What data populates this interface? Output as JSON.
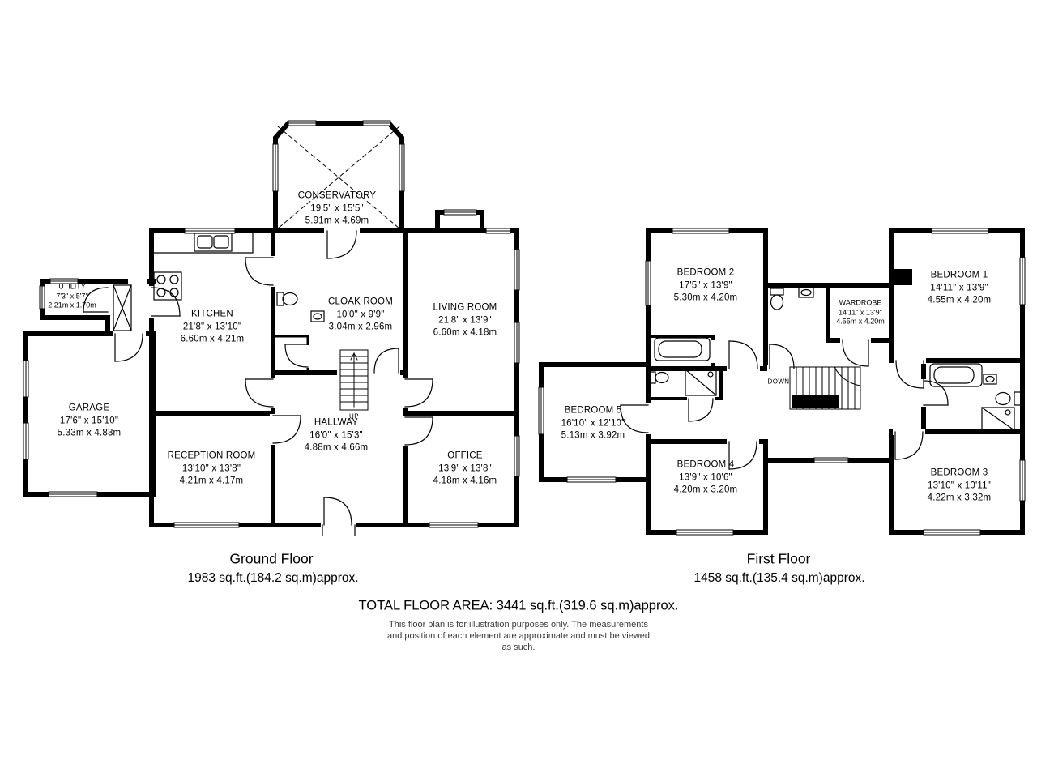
{
  "colors": {
    "wall": "#000000",
    "background": "#ffffff",
    "text": "#000000",
    "disclaimer_text": "#3a3a3a"
  },
  "ground_floor": {
    "title": "Ground Floor",
    "area": "1983 sq.ft.(184.2 sq.m)approx.",
    "rooms": {
      "conservatory": {
        "name": "CONSERVATORY",
        "imperial": "19'5\" x 15'5\"",
        "metric": "5.91m x 4.69m"
      },
      "utility": {
        "name": "UTILITY",
        "imperial": "7'3\" x 5'7\"",
        "metric": "2.21m x 1.70m"
      },
      "kitchen": {
        "name": "KITCHEN",
        "imperial": "21'8\" x 13'10\"",
        "metric": "6.60m x 4.21m"
      },
      "cloak_room": {
        "name": "CLOAK ROOM",
        "imperial": "10'0\" x 9'9\"",
        "metric": "3.04m x 2.96m"
      },
      "living_room": {
        "name": "LIVING ROOM",
        "imperial": "21'8\" x 13'9\"",
        "metric": "6.60m x 4.18m"
      },
      "garage": {
        "name": "GARAGE",
        "imperial": "17'6\" x 15'10\"",
        "metric": "5.33m x 4.83m"
      },
      "reception_room": {
        "name": "RECEPTION ROOM",
        "imperial": "13'10\" x 13'8\"",
        "metric": "4.21m x 4.17m"
      },
      "hallway": {
        "name": "HALLWAY",
        "imperial": "16'0\" x 15'3\"",
        "metric": "4.88m x 4.66m"
      },
      "office": {
        "name": "OFFICE",
        "imperial": "13'9\" x 13'8\"",
        "metric": "4.18m x 4.16m"
      }
    }
  },
  "first_floor": {
    "title": "First Floor",
    "area": "1458 sq.ft.(135.4 sq.m)approx.",
    "rooms": {
      "bedroom_2": {
        "name": "BEDROOM 2",
        "imperial": "17'5\" x 13'9\"",
        "metric": "5.30m x 4.20m"
      },
      "bedroom_1": {
        "name": "BEDROOM 1",
        "imperial": "14'11\" x 13'9\"",
        "metric": "4.55m x 4.20m"
      },
      "wardrobe": {
        "name": "WARDROBE",
        "imperial": "14'11\" x 13'9\"",
        "metric": "4.55m x 4.20m"
      },
      "bedroom_5": {
        "name": "BEDROOM 5",
        "imperial": "16'10\" x 12'10\"",
        "metric": "5.13m x 3.92m"
      },
      "bedroom_4": {
        "name": "BEDROOM 4",
        "imperial": "13'9\" x 10'6\"",
        "metric": "4.20m x 3.20m"
      },
      "bedroom_3": {
        "name": "BEDROOM 3",
        "imperial": "13'10\" x 10'11\"",
        "metric": "4.22m x 3.32m"
      }
    }
  },
  "stairs": {
    "up": "UP",
    "down": "DOWN"
  },
  "summary": {
    "total": "TOTAL FLOOR AREA: 3441 sq.ft.(319.6 sq.m)approx.",
    "disclaimer": [
      "This floor plan is for illustration purposes only. The measurements",
      "and position of each element are approximate and must be viewed",
      "as such."
    ]
  }
}
